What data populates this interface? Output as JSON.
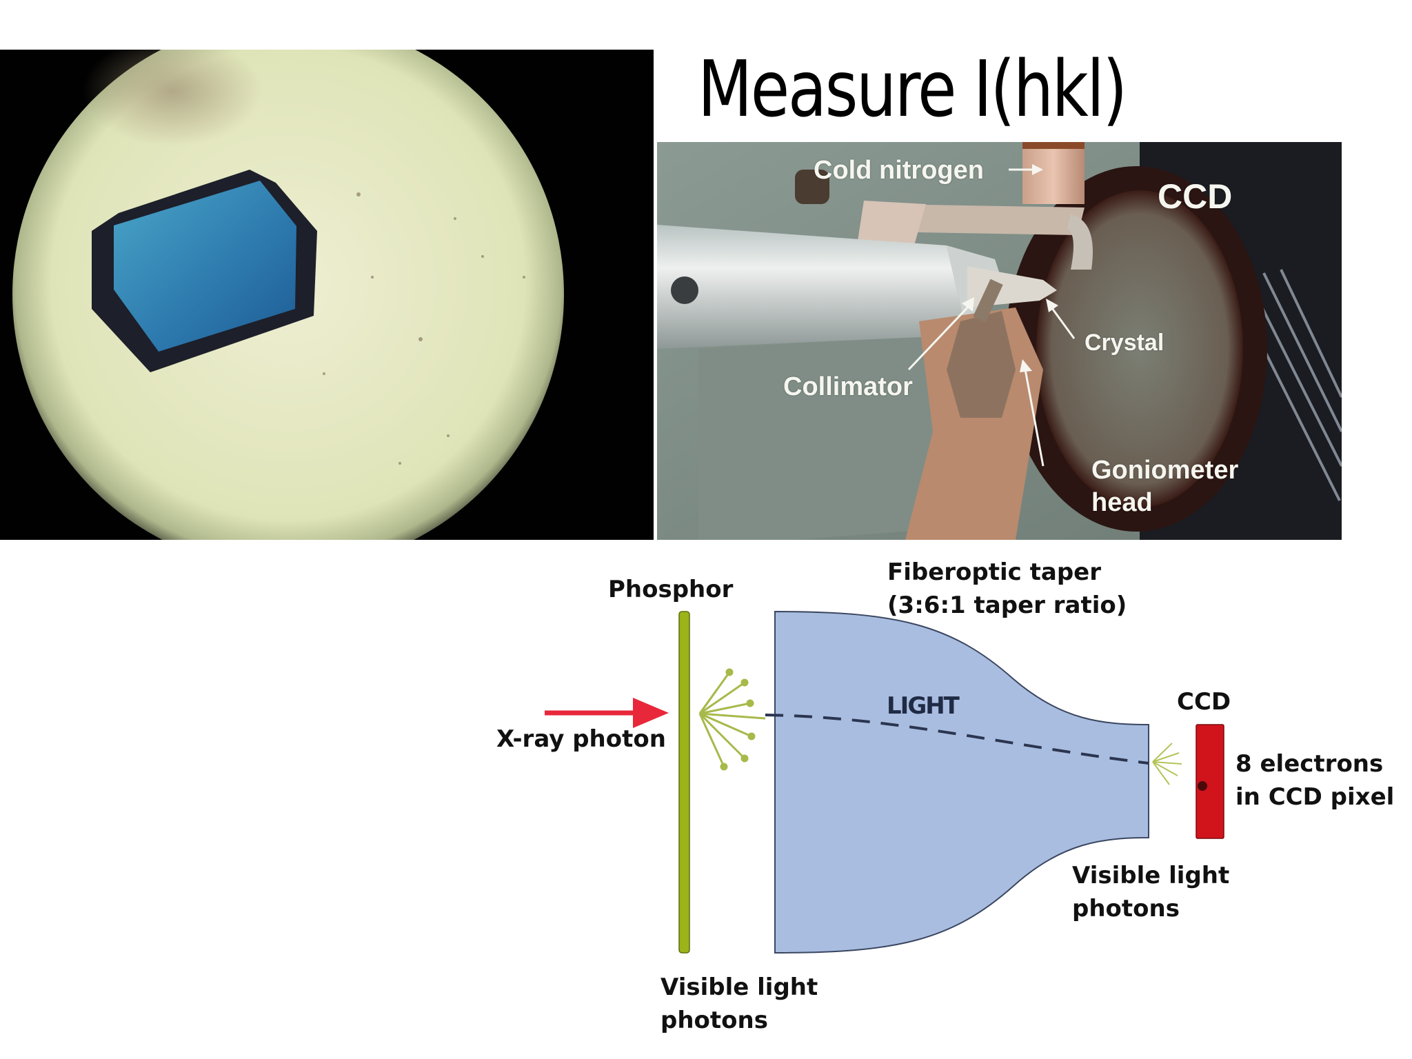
{
  "slide": {
    "title": "Measure I(hkl)"
  },
  "microscope_photo": {
    "description": "Protein crystal viewed under microscope",
    "colors": {
      "background": "#010101",
      "field": "#e9ecc8",
      "crystal_edge": "#1c2230",
      "crystal_face": "#2f7fb0"
    }
  },
  "instrument_photo": {
    "labels": {
      "cold_nitrogen": "Cold nitrogen",
      "ccd": "CCD",
      "crystal": "Crystal",
      "collimator": "Collimator",
      "goniometer_line1": "Goniometer",
      "goniometer_line2": "head"
    }
  },
  "detector_diagram": {
    "labels": {
      "phosphor": "Phosphor",
      "taper_line1": "Fiberoptic taper",
      "taper_line2": "(3:6:1 taper ratio)",
      "light": "LIGHT",
      "xray": "X-ray photon",
      "ccd": "CCD",
      "electrons_line1": "8 electrons",
      "electrons_line2": "in CCD pixel",
      "visible_left_line1": "Visible light",
      "visible_left_line2": "photons",
      "visible_right_line1": "Visible light",
      "visible_right_line2": "photons"
    },
    "colors": {
      "phosphor": "#9cb31a",
      "taper_fill": "#a9bde0",
      "taper_stroke": "#3a4660",
      "xray_arrow": "#e8283a",
      "ccd": "#d1141c",
      "light_rays": "#a8b94a"
    }
  }
}
